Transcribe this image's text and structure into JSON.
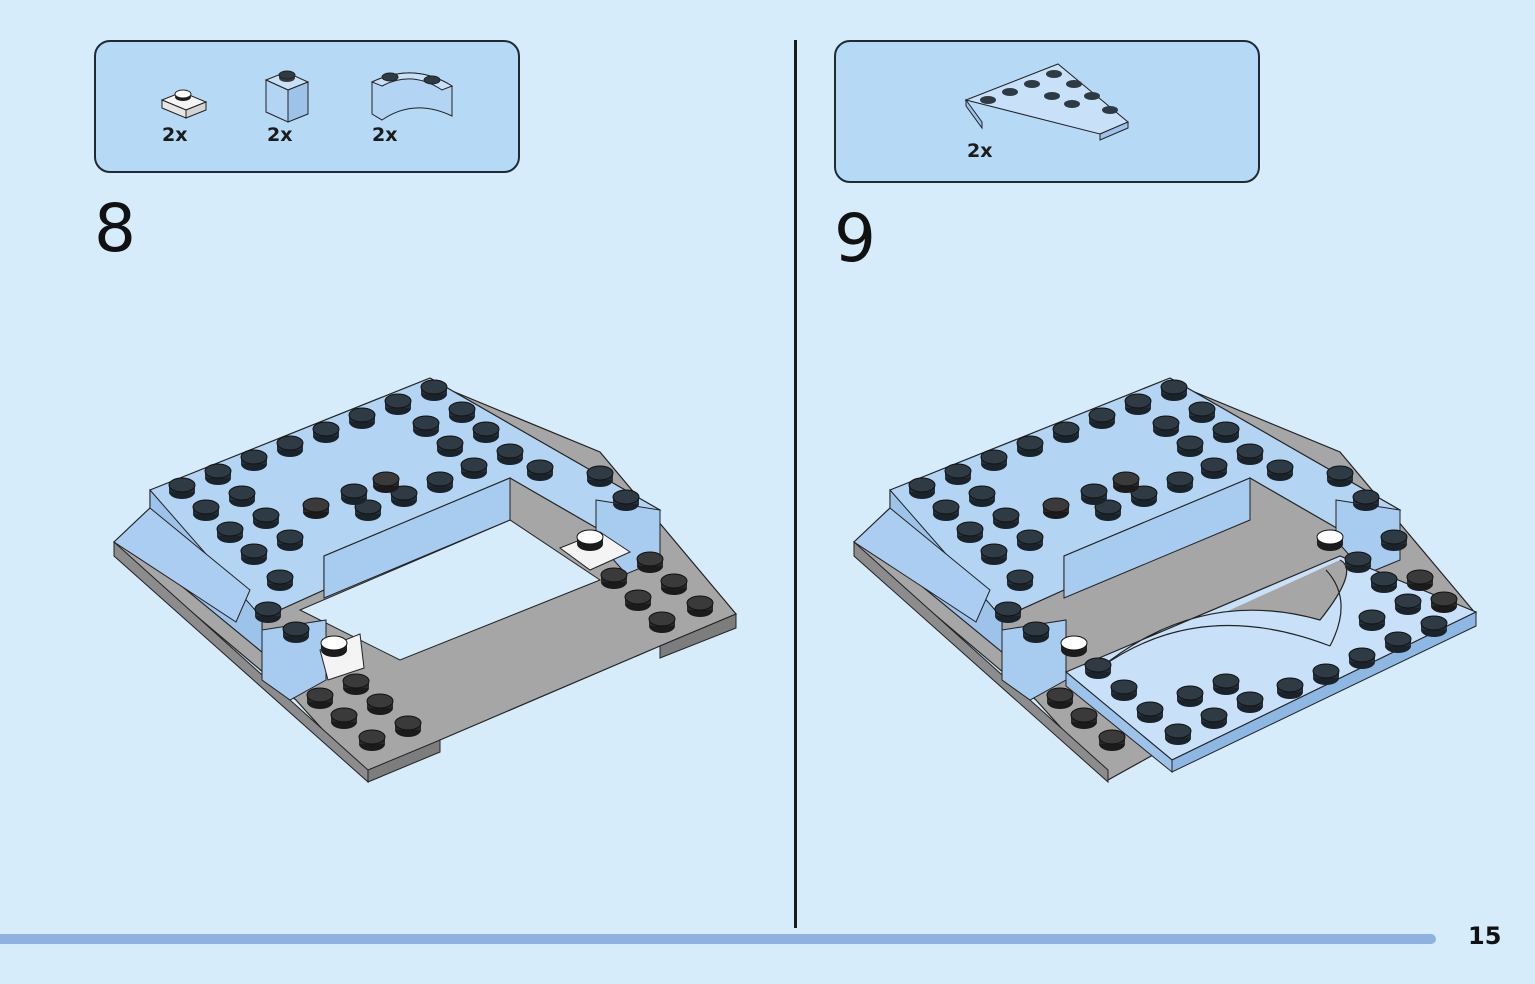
{
  "steps": [
    {
      "number": "8",
      "parts": [
        {
          "qty": "2x",
          "icon": "plate-1x1-white-icon"
        },
        {
          "qty": "2x",
          "icon": "brick-1x1-blue-icon"
        },
        {
          "qty": "2x",
          "icon": "arch-brick-blue-icon"
        }
      ]
    },
    {
      "number": "9",
      "parts": [
        {
          "qty": "2x",
          "icon": "quarter-circle-plate-blue-icon"
        }
      ]
    }
  ],
  "page_number": "15",
  "colors": {
    "background": "#d6ecfb",
    "parts_box": "#b6d9f6",
    "brick_blue": "#b3d4f3",
    "plate_gray": "#a9a9a9",
    "stud_dark": "#3a3a3a",
    "footer_bar": "#8fb1e0"
  }
}
